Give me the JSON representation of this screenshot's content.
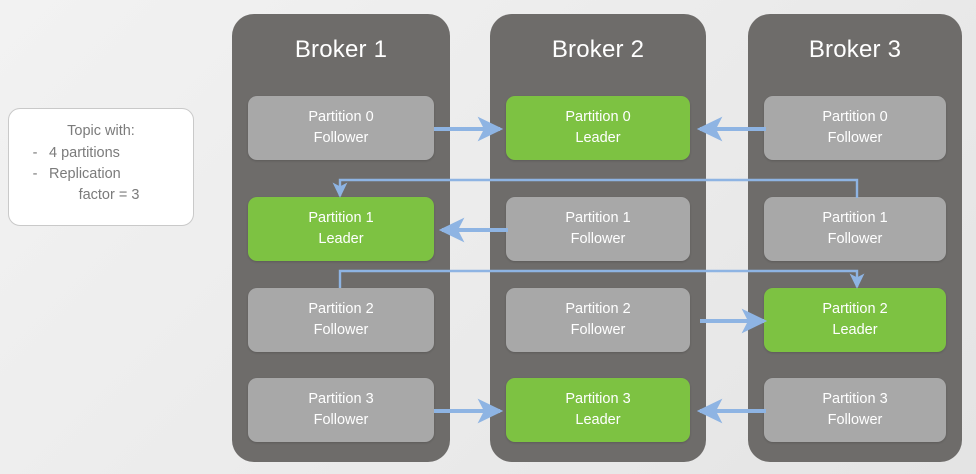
{
  "topic_card": {
    "title": "Topic with:",
    "dash": "-",
    "bullets": [
      "4 partitions",
      "Replication"
    ],
    "bullet2_cont": "factor = 3"
  },
  "colors": {
    "leader_green": "#7dc242",
    "follower_gray": "#a8a8a8",
    "broker_gray": "#6e6c6a",
    "arrow_blue": "#8eb4e3",
    "background": "#ececec",
    "card_white": "#ffffff",
    "text_white": "#ffffff",
    "text_gray": "#7b7b7b"
  },
  "brokers": [
    {
      "title": "Broker 1",
      "partitions": [
        {
          "name": "Partition 0",
          "role": "Follower",
          "state": "follower"
        },
        {
          "name": "Partition 1",
          "role": "Leader",
          "state": "leader"
        },
        {
          "name": "Partition 2",
          "role": "Follower",
          "state": "follower"
        },
        {
          "name": "Partition 3",
          "role": "Follower",
          "state": "follower"
        }
      ]
    },
    {
      "title": "Broker 2",
      "partitions": [
        {
          "name": "Partition 0",
          "role": "Leader",
          "state": "leader"
        },
        {
          "name": "Partition 1",
          "role": "Follower",
          "state": "follower"
        },
        {
          "name": "Partition 2",
          "role": "Follower",
          "state": "follower"
        },
        {
          "name": "Partition 3",
          "role": "Leader",
          "state": "leader"
        }
      ]
    },
    {
      "title": "Broker 3",
      "partitions": [
        {
          "name": "Partition 0",
          "role": "Follower",
          "state": "follower"
        },
        {
          "name": "Partition 1",
          "role": "Follower",
          "state": "follower"
        },
        {
          "name": "Partition 2",
          "role": "Leader",
          "state": "leader"
        },
        {
          "name": "Partition 3",
          "role": "Follower",
          "state": "follower"
        }
      ]
    }
  ],
  "replication_flows": [
    {
      "partition": "Partition 0",
      "from": "Broker 1",
      "to": "Broker 2",
      "shape": "straight-right"
    },
    {
      "partition": "Partition 0",
      "from": "Broker 3",
      "to": "Broker 2",
      "shape": "straight-left"
    },
    {
      "partition": "Partition 1",
      "from": "Broker 2",
      "to": "Broker 1",
      "shape": "straight-left"
    },
    {
      "partition": "Partition 1",
      "from": "Broker 3",
      "to": "Broker 1",
      "shape": "elbow-over-left"
    },
    {
      "partition": "Partition 2",
      "from": "Broker 2",
      "to": "Broker 3",
      "shape": "straight-right"
    },
    {
      "partition": "Partition 2",
      "from": "Broker 1",
      "to": "Broker 3",
      "shape": "elbow-over-right"
    },
    {
      "partition": "Partition 3",
      "from": "Broker 1",
      "to": "Broker 2",
      "shape": "straight-right"
    },
    {
      "partition": "Partition 3",
      "from": "Broker 3",
      "to": "Broker 2",
      "shape": "straight-left"
    }
  ]
}
